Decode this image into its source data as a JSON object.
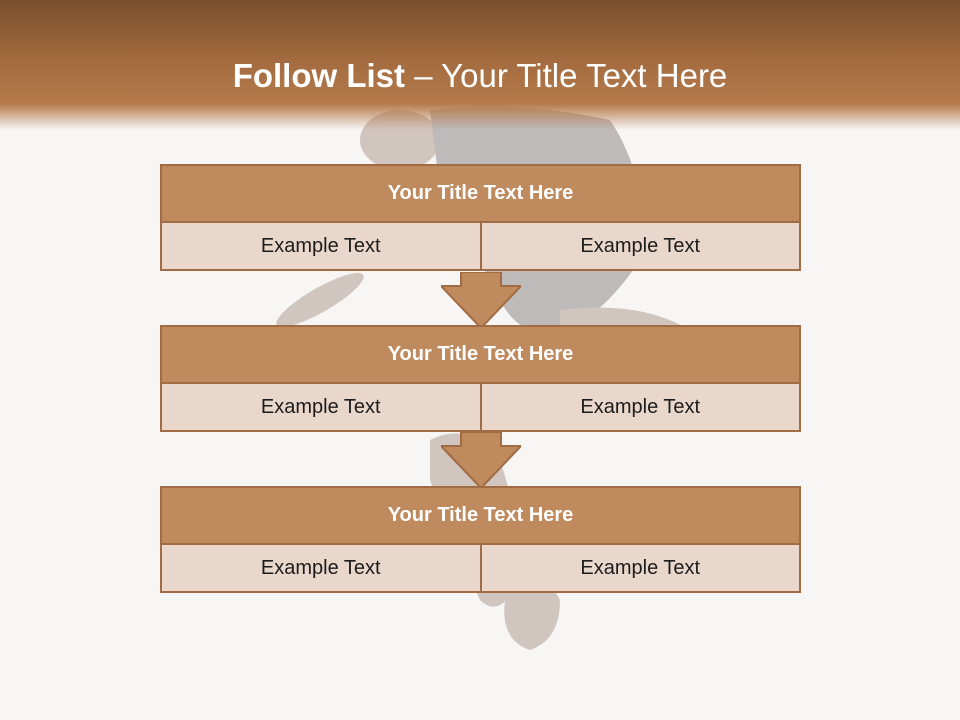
{
  "slide": {
    "title_bold": "Follow List",
    "title_rest": " – Your Title Text Here"
  },
  "colors": {
    "header": "#a26a3e",
    "box_title": "#c08a5f",
    "box_cell": "#e9d7cc",
    "border": "#a16c43",
    "arrow": "#c08a5f"
  },
  "steps": [
    {
      "title": "Your Title Text Here",
      "left": "Example Text",
      "right": "Example Text"
    },
    {
      "title": "Your Title Text Here",
      "left": "Example Text",
      "right": "Example Text"
    },
    {
      "title": "Your Title Text Here",
      "left": "Example Text",
      "right": "Example Text"
    }
  ]
}
